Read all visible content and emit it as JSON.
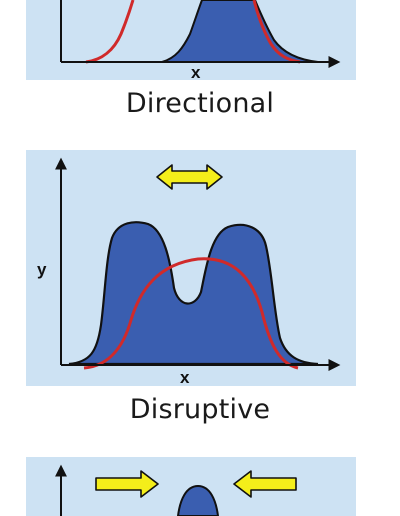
{
  "captions": {
    "directional": "Directional",
    "disruptive": "Disruptive"
  },
  "axes": {
    "x_label": "x",
    "y_label": "y"
  },
  "colors": {
    "panel_background": "#cde2f3",
    "population_fill": "#3a5eb0",
    "selected_curve": "#d02a2a",
    "selection_arrow": "#f4ee1a",
    "axis": "#111111"
  },
  "icons": {
    "disruptive_arrow": "double-headed-arrow-icon",
    "stabilizing_arrows": "inward-arrows-icon"
  }
}
